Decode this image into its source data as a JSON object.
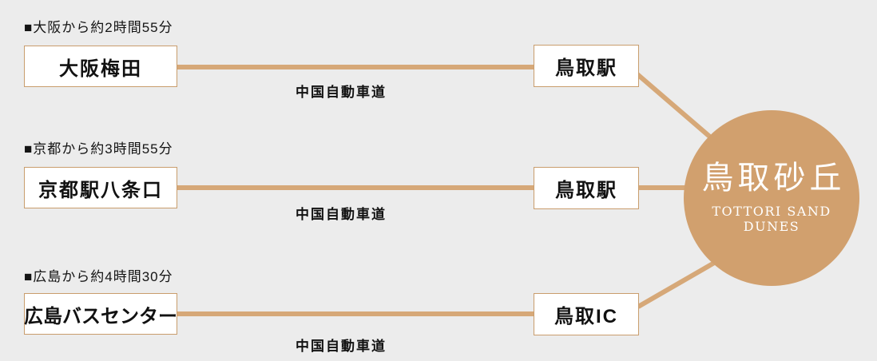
{
  "destination": {
    "name_ja": "鳥取砂丘",
    "name_en": "TOTTORI SAND DUNES"
  },
  "routes": [
    {
      "header": "■大阪から約2時間55分",
      "origin": "大阪梅田",
      "via": "中国自動車道",
      "stop": "鳥取駅"
    },
    {
      "header": "■京都から約3時間55分",
      "origin": "京都駅八条口",
      "via": "中国自動車道",
      "stop": "鳥取駅"
    },
    {
      "header": "■広島から約4時間30分",
      "origin": "広島バスセンター",
      "via": "中国自動車道",
      "stop": "鳥取IC"
    }
  ],
  "colors": {
    "background": "#ececec",
    "line": "#d6a878",
    "circle": "#d1a06e",
    "box_border": "#c99d6d",
    "box_background": "#ffffff",
    "text": "#111111",
    "circle_text": "#ffffff"
  }
}
